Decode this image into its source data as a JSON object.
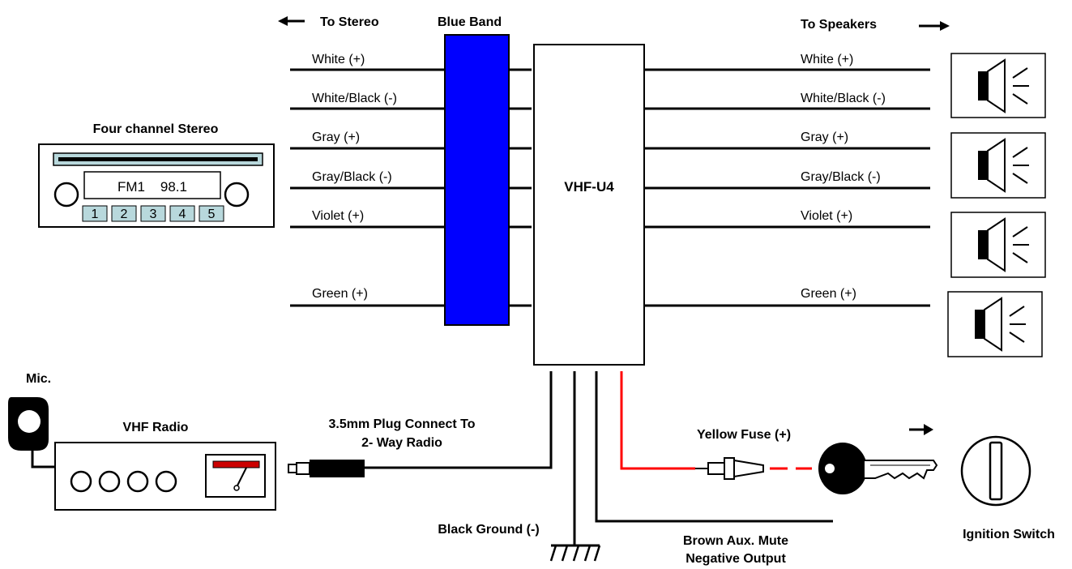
{
  "header": {
    "to_stereo": "To Stereo",
    "blue_band": "Blue Band",
    "to_speakers": "To Speakers"
  },
  "module": {
    "label": "VHF-U4"
  },
  "stereo": {
    "title": "Four channel Stereo",
    "display": "FM1    98.1",
    "presets": [
      "1",
      "2",
      "3",
      "4",
      "5"
    ]
  },
  "wires_left": [
    "White (+)",
    "White/Black (-)",
    "Gray (+)",
    "Gray/Black (-)",
    "Violet (+)",
    "Green (+)"
  ],
  "wires_right": [
    "White (+)",
    "White/Black (-)",
    "Gray (+)",
    "Gray/Black (-)",
    "Violet (+)",
    "Green (+)"
  ],
  "mic": {
    "label": "Mic."
  },
  "vhf_radio": {
    "label": "VHF Radio"
  },
  "plug": {
    "line1": "3.5mm Plug Connect To",
    "line2": "2- Way Radio"
  },
  "ground": {
    "label": "Black Ground (-)"
  },
  "mute": {
    "line1": "Brown Aux. Mute",
    "line2": "Negative Output"
  },
  "fuse": {
    "label": "Yellow Fuse (+)"
  },
  "ignition": {
    "label": "Ignition Switch"
  },
  "colors": {
    "blue_band": "#0000ff",
    "power_wire": "#ff0000",
    "stereo_panel": "#b8d8dc"
  }
}
